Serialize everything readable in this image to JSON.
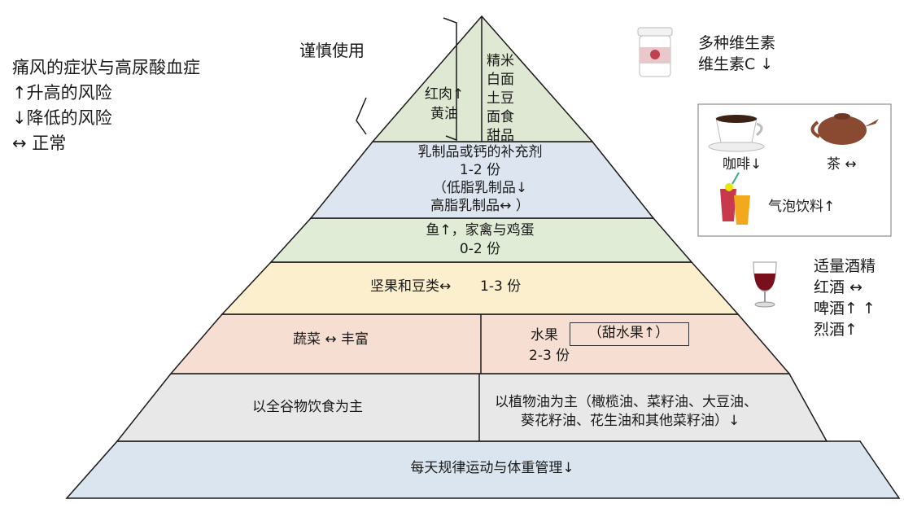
{
  "legend": {
    "title": "痛风的症状与高尿酸血症",
    "up": "↑升高的风险",
    "down": "↓降低的风险",
    "normal": "↔ 正常"
  },
  "caution_label": "谨慎使用",
  "top": {
    "left_lines": [
      "红肉↑",
      "黄油"
    ],
    "right_lines": [
      "精米",
      "白面",
      "土豆",
      "面食",
      "甜品"
    ]
  },
  "dairy": {
    "title": "乳制品或钙的补充剂",
    "serving": "1-2 份",
    "low_fat": "（低脂乳制品↓",
    "high_fat": "高脂乳制品↔ ）"
  },
  "protein": {
    "title": "鱼↑，家禽与鸡蛋",
    "serving": "0-2 份"
  },
  "nuts": {
    "title": "坚果和豆类",
    "arrow": "↔",
    "serving": "1-3 份"
  },
  "veg": {
    "label": "蔬菜 ↔ 丰富"
  },
  "fruit": {
    "label": "水果",
    "sweet": "（甜水果↑）",
    "serving": "2-3 份"
  },
  "grain": {
    "label": "以全谷物饮食为主"
  },
  "oil": {
    "line1": "以植物油为主（橄榄油、菜籽油、大豆油、",
    "line2": "葵花籽油、花生油和其他菜籽油）↓"
  },
  "base": {
    "label": "每天规律运动与体重管理↓"
  },
  "vitamins": {
    "line1": "多种维生素",
    "line2": "维生素C ↓"
  },
  "drinks": {
    "coffee": "咖啡↓",
    "tea": "茶 ↔",
    "soda": "气泡饮料↑"
  },
  "alcohol": {
    "line1": "适量酒精",
    "line2": "红酒 ↔",
    "line3": "啤酒↑ ↑",
    "line4": "烈酒↑"
  },
  "colors": {
    "outline": "#1a1a1a",
    "top": "#dfe8d2",
    "dairy": "#dde6f0",
    "protein": "#e1ecd6",
    "nuts": "#fcefce",
    "veg": "#f7ded2",
    "grain": "#e8e8e8",
    "base": "#dbe5f0"
  }
}
